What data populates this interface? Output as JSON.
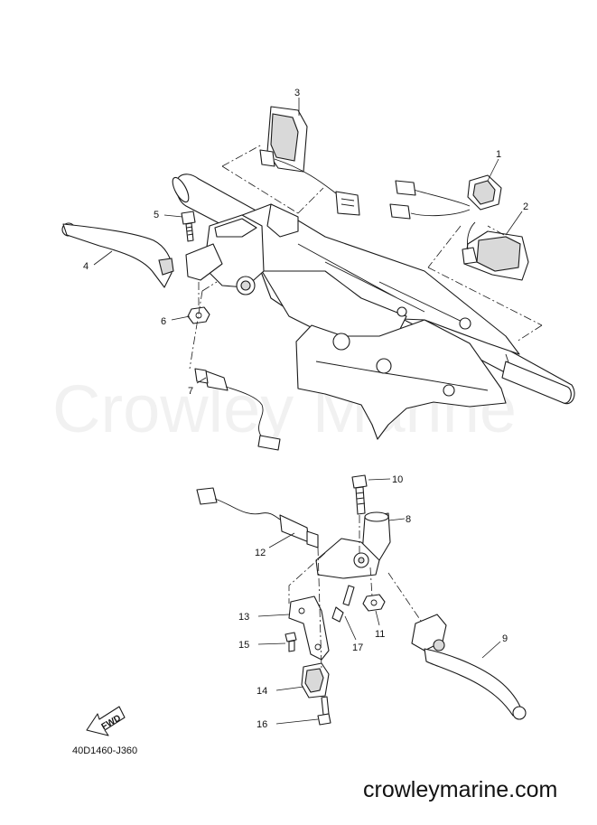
{
  "diagram_code": "40D1460-J360",
  "watermark": "Crowley Marine",
  "website": "crowleymarine.com",
  "fwd_label": "FWD",
  "callouts": [
    "1",
    "2",
    "3",
    "4",
    "5",
    "6",
    "7",
    "8",
    "9",
    "10",
    "11",
    "12",
    "13",
    "14",
    "15",
    "16",
    "17"
  ]
}
